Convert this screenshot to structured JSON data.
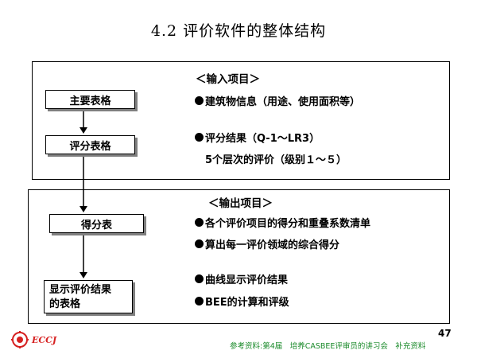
{
  "title": "4.2 评价软件的整体结构",
  "input_section": {
    "heading": "＜输入项目＞",
    "boxes": [
      "主要表格",
      "评分表格"
    ],
    "items": [
      "建筑物信息（用途、使用面积等）",
      "评分结果（Q-1～LR3）"
    ],
    "sub_text": "5个层次的评价（级别１～５）"
  },
  "output_section": {
    "heading": "＜输出项目＞",
    "boxes": [
      "得分表",
      "显示评价结果",
      "的表格"
    ],
    "items": [
      "各个评价项目的得分和重叠系数清单",
      "算出每一评价领域的综合得分",
      "曲线显示评价结果",
      "BEE的计算和评级"
    ]
  },
  "page_number": "47",
  "footer_text": "参考资料:第4届　培养CASBEE评审员的讲习会　补充资料",
  "logo": {
    "text": "ECCJ",
    "icon": "eccj-logo-icon",
    "color": "#d62020"
  },
  "colors": {
    "footer": "#1a8a2a",
    "shadow": "#7f7f7f"
  }
}
